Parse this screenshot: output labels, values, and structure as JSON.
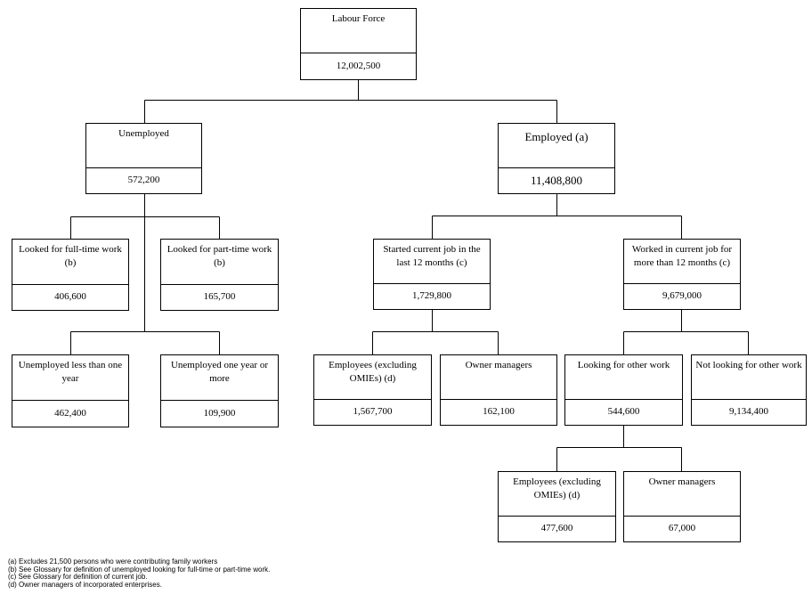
{
  "nodes": {
    "labour_force": {
      "label": "Labour Force",
      "value": "12,002,500"
    },
    "unemployed": {
      "label": "Unemployed",
      "value": "572,200"
    },
    "employed": {
      "label": "Employed (a)",
      "value": "11,408,800"
    },
    "looked_full_time": {
      "label": "Looked for full-time work (b)",
      "value": "406,600"
    },
    "looked_part_time": {
      "label": "Looked for part-time work (b)",
      "value": "165,700"
    },
    "unemployed_less_year": {
      "label": "Unemployed less than one year",
      "value": "462,400"
    },
    "unemployed_one_year": {
      "label": "Unemployed one year or more",
      "value": "109,900"
    },
    "started_current_job": {
      "label": "Started current job in the last 12 months (c)",
      "value": "1,729,800"
    },
    "worked_current_job": {
      "label": "Worked in current job for more than 12 months (c)",
      "value": "9,679,000"
    },
    "employees_1": {
      "label": "Employees (excluding OMIEs) (d)",
      "value": "1,567,700"
    },
    "owner_managers_1": {
      "label": "Owner managers",
      "value": "162,100"
    },
    "looking_other_work": {
      "label": "Looking for other work",
      "value": "544,600"
    },
    "not_looking_other_work": {
      "label": "Not looking for other work",
      "value": "9,134,400"
    },
    "employees_2": {
      "label": "Employees (excluding OMIEs) (d)",
      "value": "477,600"
    },
    "owner_managers_2": {
      "label": "Owner managers",
      "value": "67,000"
    }
  },
  "footnotes": [
    "(a) Excludes 21,500 persons who were contributing family workers",
    "(b) See Glossary for definition of unemployed looking for full-time or part-time work.",
    "(c) See Glossary for definition of current job.",
    "(d) Owner managers of incorporated enterprises."
  ]
}
